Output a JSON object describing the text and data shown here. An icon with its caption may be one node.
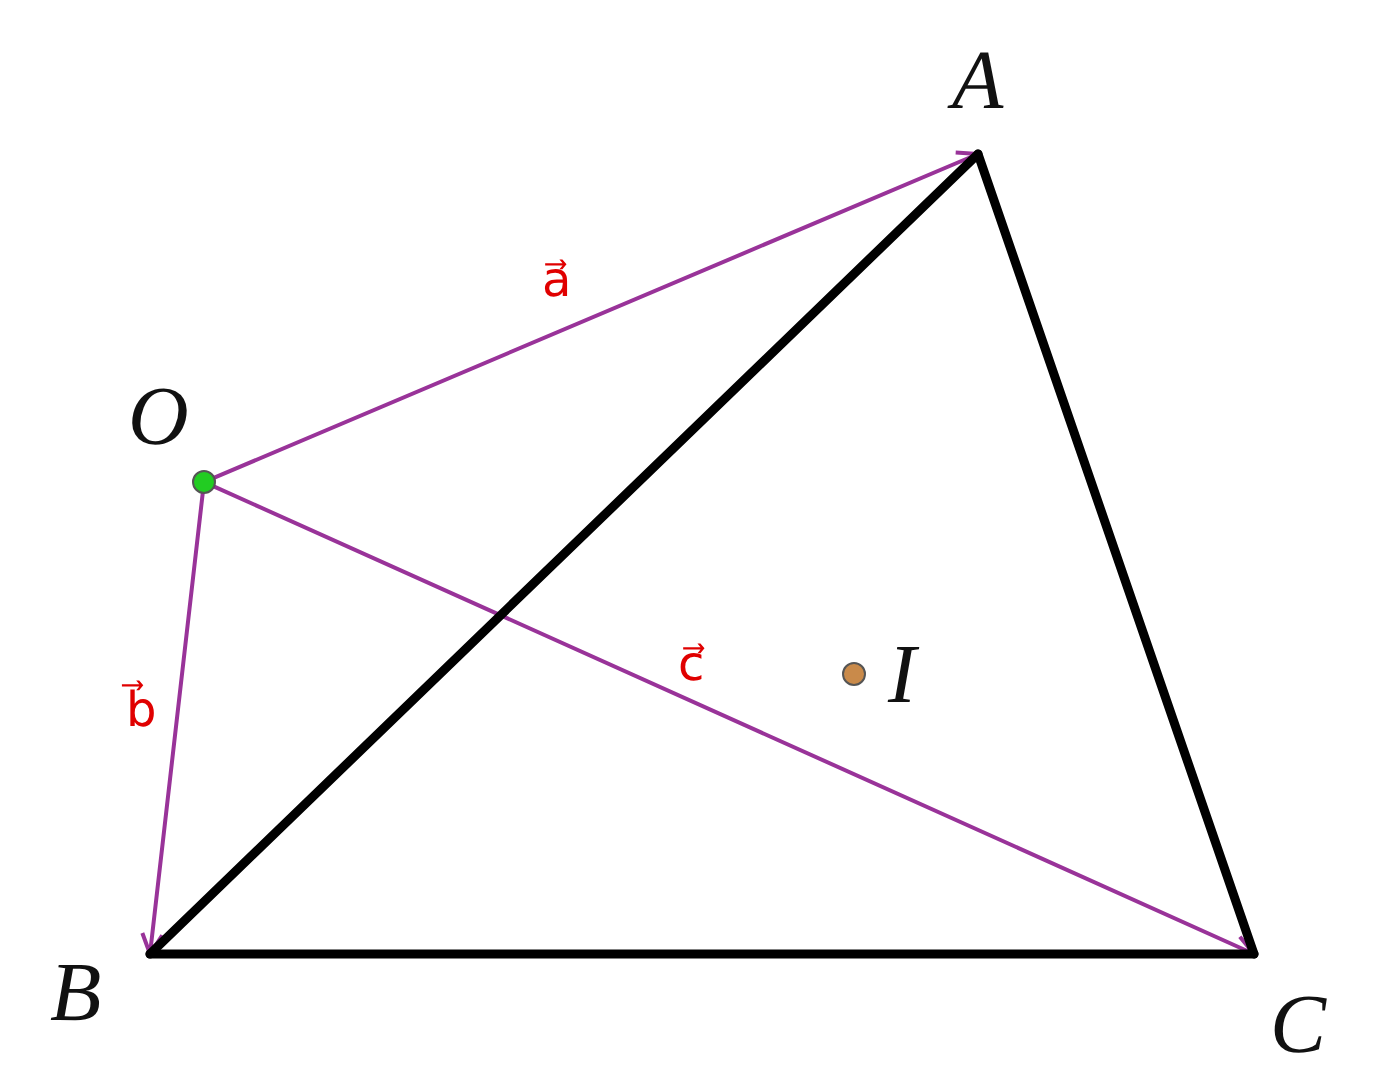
{
  "diagram": {
    "nodes": [
      {
        "text": [
          "A"
        ]
      },
      {
        "text": [
          "O"
        ]
      },
      {
        "text": [
          "I"
        ]
      },
      {
        "text": [
          "B"
        ]
      },
      {
        "text": [
          "C"
        ]
      }
    ],
    "edges": [
      {
        "from": 1,
        "to": 0,
        "arrow": "to",
        "label": "a⃗",
        "color": "#993399"
      },
      {
        "from": 1,
        "to": 3,
        "arrow": "to",
        "label": "b⃗",
        "color": "#993399"
      },
      {
        "from": 1,
        "to": 4,
        "arrow": "to",
        "label": "c⃗",
        "color": "#993399"
      },
      {
        "from": 0,
        "to": 3,
        "arrow": "none",
        "style": "thick",
        "color": "#000000"
      },
      {
        "from": 3,
        "to": 4,
        "arrow": "none",
        "style": "thick",
        "color": "#000000"
      },
      {
        "from": 4,
        "to": 0,
        "arrow": "none",
        "style": "thick",
        "color": "#000000"
      }
    ]
  }
}
